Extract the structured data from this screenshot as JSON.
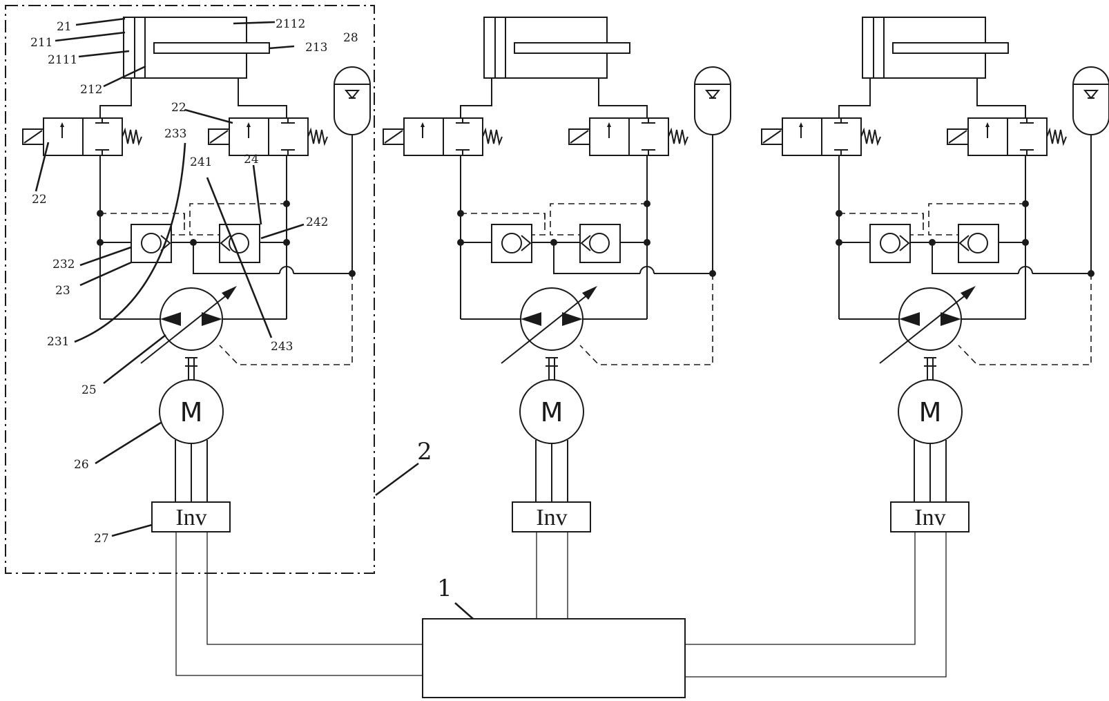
{
  "units": [
    {
      "id": "unit-1",
      "motor_label": "M",
      "inverter_label": "Inv",
      "callouts": [
        {
          "id": "21",
          "text": "21"
        },
        {
          "id": "211",
          "text": "211"
        },
        {
          "id": "2111",
          "text": "2111"
        },
        {
          "id": "212",
          "text": "212"
        },
        {
          "id": "2112",
          "text": "2112"
        },
        {
          "id": "213",
          "text": "213"
        },
        {
          "id": "28",
          "text": "28"
        },
        {
          "id": "22a",
          "text": "22"
        },
        {
          "id": "22b",
          "text": "22"
        },
        {
          "id": "233",
          "text": "233"
        },
        {
          "id": "241",
          "text": "241"
        },
        {
          "id": "24",
          "text": "24"
        },
        {
          "id": "242",
          "text": "242"
        },
        {
          "id": "232",
          "text": "232"
        },
        {
          "id": "23",
          "text": "23"
        },
        {
          "id": "231",
          "text": "231"
        },
        {
          "id": "243",
          "text": "243"
        },
        {
          "id": "25",
          "text": "25"
        },
        {
          "id": "26",
          "text": "26"
        },
        {
          "id": "27",
          "text": "27"
        }
      ]
    },
    {
      "id": "unit-2",
      "motor_label": "M",
      "inverter_label": "Inv",
      "callouts": []
    },
    {
      "id": "unit-3",
      "motor_label": "M",
      "inverter_label": "Inv",
      "callouts": []
    }
  ],
  "group_label": "2",
  "controller_label": "1"
}
